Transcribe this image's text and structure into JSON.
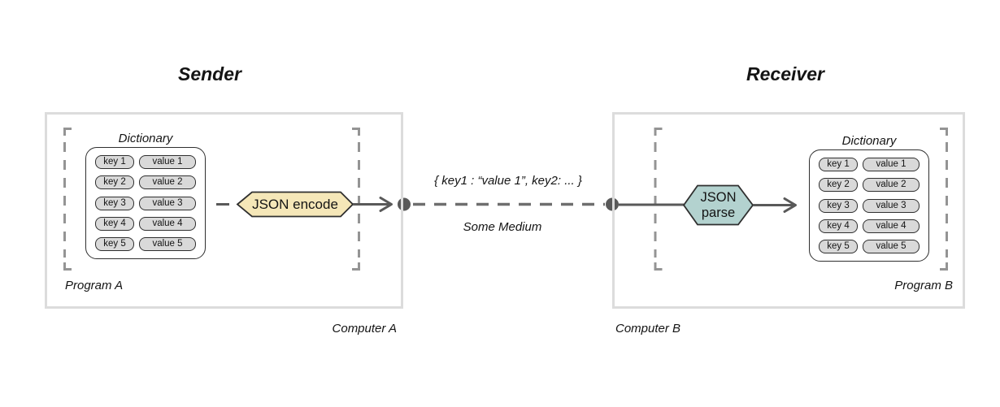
{
  "titles": {
    "sender": "Sender",
    "receiver": "Receiver"
  },
  "sender": {
    "computer_label": "Computer A",
    "program_label": "Program A",
    "dictionary_label": "Dictionary",
    "encode_label": "JSON encode",
    "rows": [
      {
        "key": "key 1",
        "value": "value 1"
      },
      {
        "key": "key 2",
        "value": "value 2"
      },
      {
        "key": "key 3",
        "value": "value 3"
      },
      {
        "key": "key 4",
        "value": "value 4"
      },
      {
        "key": "key 5",
        "value": "value 5"
      }
    ]
  },
  "receiver": {
    "computer_label": "Computer B",
    "program_label": "Program B",
    "dictionary_label": "Dictionary",
    "parse_label_line1": "JSON",
    "parse_label_line2": "parse",
    "rows": [
      {
        "key": "key 1",
        "value": "value 1"
      },
      {
        "key": "key 2",
        "value": "value 2"
      },
      {
        "key": "key 3",
        "value": "value 3"
      },
      {
        "key": "key 4",
        "value": "value 4"
      },
      {
        "key": "key 5",
        "value": "value 5"
      }
    ]
  },
  "medium": {
    "message": "{ key1 : “value 1”, key2: ... }",
    "label": "Some Medium"
  },
  "colors": {
    "encode_fill": "#f5e7b8",
    "parse_fill": "#b3d2cf",
    "flow_line": "#595959",
    "bracket": "#949494",
    "box_border": "#dcdcdc",
    "pill_fill": "#d9d9d9"
  }
}
